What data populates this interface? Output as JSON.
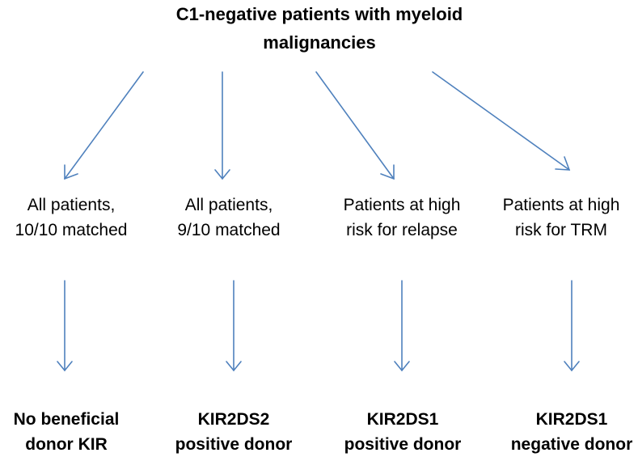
{
  "diagram": {
    "title": [
      "C1-negative patients with myeloid",
      "malignancies"
    ],
    "groups": [
      {
        "lines": [
          "All patients,",
          "10/10 matched"
        ]
      },
      {
        "lines": [
          "All patients,",
          "9/10 matched"
        ]
      },
      {
        "lines": [
          "Patients at high",
          "risk for relapse"
        ]
      },
      {
        "lines": [
          "Patients at high",
          "risk for TRM"
        ]
      }
    ],
    "outcomes": [
      {
        "lines": [
          "No beneficial",
          "donor KIR"
        ]
      },
      {
        "lines": [
          "KIR2DS2",
          "positive donor"
        ]
      },
      {
        "lines": [
          "KIR2DS1",
          "positive donor"
        ]
      },
      {
        "lines": [
          "KIR2DS1",
          "negative donor"
        ]
      }
    ],
    "colors": {
      "arrow": "#4f81bd",
      "text": "#000000"
    }
  }
}
